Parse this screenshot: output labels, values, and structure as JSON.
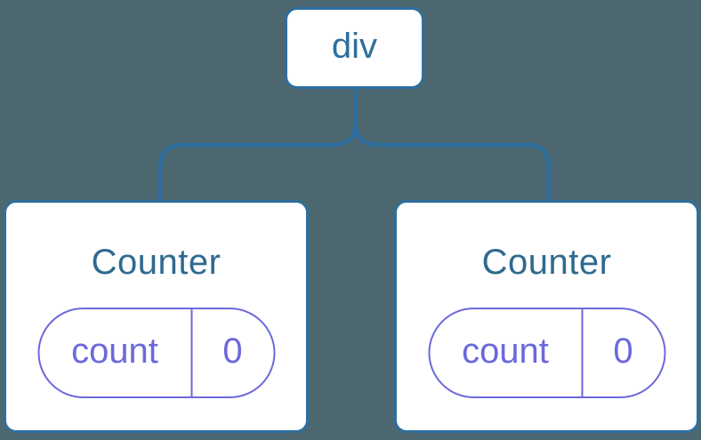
{
  "tree": {
    "root": {
      "label": "div"
    },
    "children": [
      {
        "title": "Counter",
        "state": {
          "key": "count",
          "value": "0"
        }
      },
      {
        "title": "Counter",
        "state": {
          "key": "count",
          "value": "0"
        }
      }
    ]
  },
  "colors": {
    "background": "#4D6770",
    "node_stroke": "#2E6F9D",
    "node_fill": "#FFFFFF",
    "component_title": "#2E6A8F",
    "state_accent": "#6B69DC"
  }
}
